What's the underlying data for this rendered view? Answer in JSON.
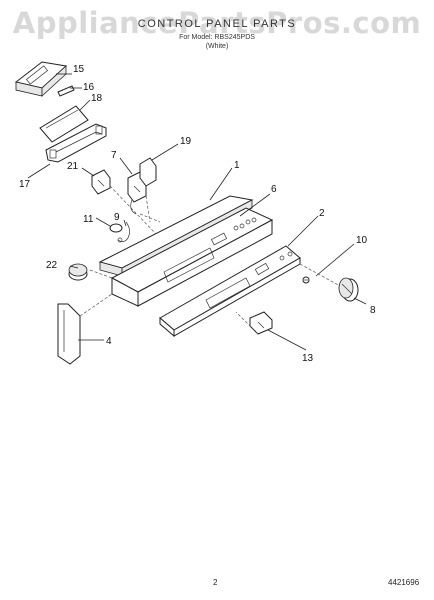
{
  "watermark": "AppliancePartsPros.com",
  "header": {
    "title": "CONTROL PANEL PARTS",
    "subtitle": "For Model: RBS245PDS",
    "variant": "(White)"
  },
  "callouts": [
    {
      "id": "15",
      "label": "15",
      "target": "clip-part"
    },
    {
      "id": "16",
      "label": "16",
      "target": "screw-small"
    },
    {
      "id": "18",
      "label": "18",
      "target": "overlay-plate"
    },
    {
      "id": "17",
      "label": "17",
      "target": "bracket-left"
    },
    {
      "id": "21",
      "label": "21",
      "target": "switch-21"
    },
    {
      "id": "7",
      "label": "7",
      "target": "switch-7"
    },
    {
      "id": "19",
      "label": "19",
      "target": "switch-19"
    },
    {
      "id": "1",
      "label": "1",
      "target": "backguard-top"
    },
    {
      "id": "6",
      "label": "6",
      "target": "control-panel"
    },
    {
      "id": "2",
      "label": "2",
      "target": "control-panel-front"
    },
    {
      "id": "11",
      "label": "11",
      "target": "clock-11"
    },
    {
      "id": "9",
      "label": "9",
      "target": "wire-9"
    },
    {
      "id": "10",
      "label": "10",
      "target": "screw-10"
    },
    {
      "id": "22",
      "label": "22",
      "target": "knob-22"
    },
    {
      "id": "8",
      "label": "8",
      "target": "knob-8"
    },
    {
      "id": "4",
      "label": "4",
      "target": "end-cap-4"
    },
    {
      "id": "13",
      "label": "13",
      "target": "switch-13"
    }
  ],
  "footer": {
    "page_number": "2",
    "doc_number": "4421696"
  }
}
